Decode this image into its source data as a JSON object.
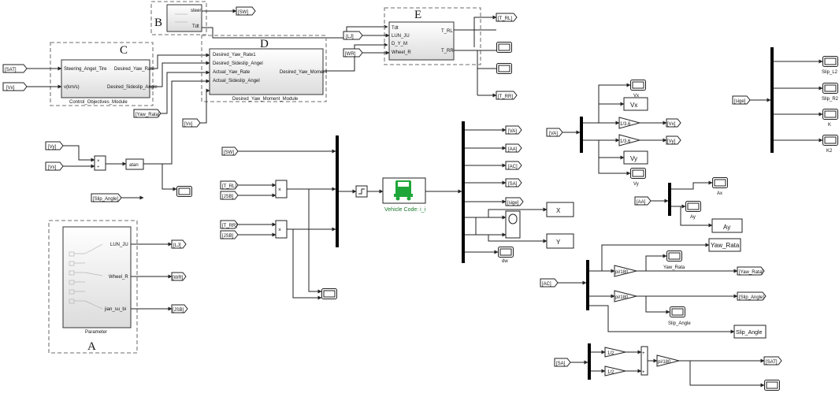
{
  "labels": {
    "A": "A",
    "B": "B",
    "C": "C",
    "D": "D",
    "E": "E"
  },
  "goto_from": {
    "sat_left": "[SAT]",
    "vx_left": "[Vx]",
    "vy_mid": "[Vy]",
    "vx_mid": "[Vx]",
    "slip_angle_left": "[Slip_Angle]",
    "yaw_rata_in": "[Yaw_Rata]",
    "vx_d": "[Vx]",
    "sw_out": "[SW]",
    "lj_in": "[LJ]",
    "wr_in": "[WR]",
    "trl_out": "[T_RL]",
    "trr_out": "[T_RR]",
    "lj_out": "[LJ]",
    "wr_out": "[WR]",
    "jsb_out": "[JSB]",
    "sw_in": "[SW]",
    "trl_in": "[T_RL]",
    "jsb_in1": "[JSB]",
    "trr_in": "[T_RR]",
    "jsb_in2": "[JSB]",
    "va_out": "[VA]",
    "aa_out": "[AA]",
    "ac_out": "[AC]",
    "sa_out": "[SA]",
    "sige_out": "[sige]",
    "va_in": "[VA]",
    "vx_out": "[Vx]",
    "vy_out": "[Vy]",
    "sige_in": "[sige]",
    "aa_in": "[AA]",
    "ac_in": "[AC]",
    "yaw_rata_out": "[Yaw_Rata]",
    "slip_angle_out": "[Slip_Angle]",
    "sa_in": "[SA]",
    "sat_out": "[SAT]"
  },
  "blocks": {
    "steer_in": "steer",
    "tdt_b": "Tdt",
    "c_in1": "Steering_Angel_Tire",
    "c_in2": "v(km/s)",
    "c_out1": "Desired_Yaw_Rate",
    "c_out2": "Desired_Sideslip_Angle",
    "c_name": "Control_Objectives_Module",
    "d_in1": "Desired_Yaw_Rate1",
    "d_in2": "Desired_Sideslip_Angel",
    "d_in3": "Actual_Yaw_Rate",
    "d_in4": "Actual_Sideslip_Angel",
    "d_out": "Desired_Yaw_Moment",
    "d_name": "Desired_Yaw_Moment_Module",
    "e_in1": "Tdt",
    "e_in2": "LUN_JU",
    "e_in3": "D_Y_M",
    "e_in4": "Wheel_R",
    "e_out1": "T_RL",
    "e_out2": "T_RR",
    "atan": "atan",
    "prod_sign": "×",
    "div_sign": "÷",
    "mul1": "×",
    "mul2": "×",
    "a_out1": "LUN_JU",
    "a_out2": "Wheel_R",
    "a_out3": "jian_su_bi",
    "a_name": "Parameter",
    "vehicle_name": "Vehicle Code: i_i",
    "g_vx": "1/3.6",
    "g_vy": "1/3.6",
    "g_yaw": "pi/180",
    "g_slip": "pi/180",
    "g_half1": "1/2",
    "g_half2": "1/2",
    "g_sat": "pi/180",
    "plus1": "+",
    "plus2": "+"
  },
  "displays": {
    "x": "X",
    "y": "Y",
    "vx": "Vx",
    "vy": "Vy",
    "ay": "Ay",
    "yaw_rata": "Yaw_Rata",
    "slip_angle": "Slip_Angle"
  },
  "scopes": {
    "dw": "dw",
    "vx": "Vx",
    "vy": "Vy",
    "ax": "Ax",
    "ay": "Ay",
    "yaw_rata": "Yaw_Rata",
    "slip_angle": "Slip_Angle",
    "slip_l2": "Slip_L2",
    "slip_r2": "Slip_R2",
    "k": "K",
    "k2": "K2"
  },
  "colors": {
    "vehicle_icon": "#1fa638",
    "vehicle_label": "#1a7a2c"
  }
}
